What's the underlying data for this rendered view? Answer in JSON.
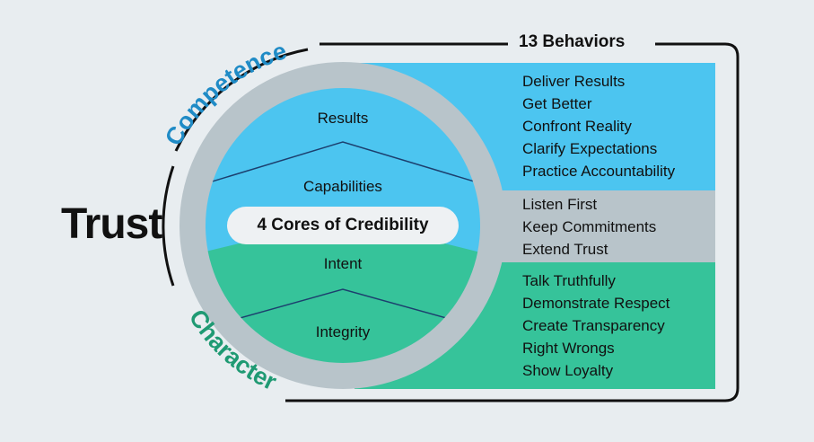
{
  "trust": "Trust",
  "behaviors_header": "13 Behaviors",
  "competence": "Competence",
  "character": "Character",
  "center_label": "4 Cores of Credibility",
  "cores": {
    "results": "Results",
    "capabilities": "Capabilities",
    "intent": "Intent",
    "integrity": "Integrity"
  },
  "behaviors": {
    "competence": [
      "Deliver Results",
      "Get Better",
      "Confront Reality",
      "Clarify Expectations",
      "Practice Accountability"
    ],
    "shared": [
      "Listen First",
      "Keep Commitments",
      "Extend Trust"
    ],
    "character": [
      "Talk Truthfully",
      "Demonstrate Respect",
      "Create Transparency",
      "Right Wrongs",
      "Show Loyalty"
    ]
  },
  "colors": {
    "blue": "#4cc5f0",
    "green": "#36c39a",
    "gray_ring": "#b8c4ca",
    "competence_text": "#1f8bc6",
    "character_text": "#1f9a73",
    "background": "#e8edf0"
  }
}
